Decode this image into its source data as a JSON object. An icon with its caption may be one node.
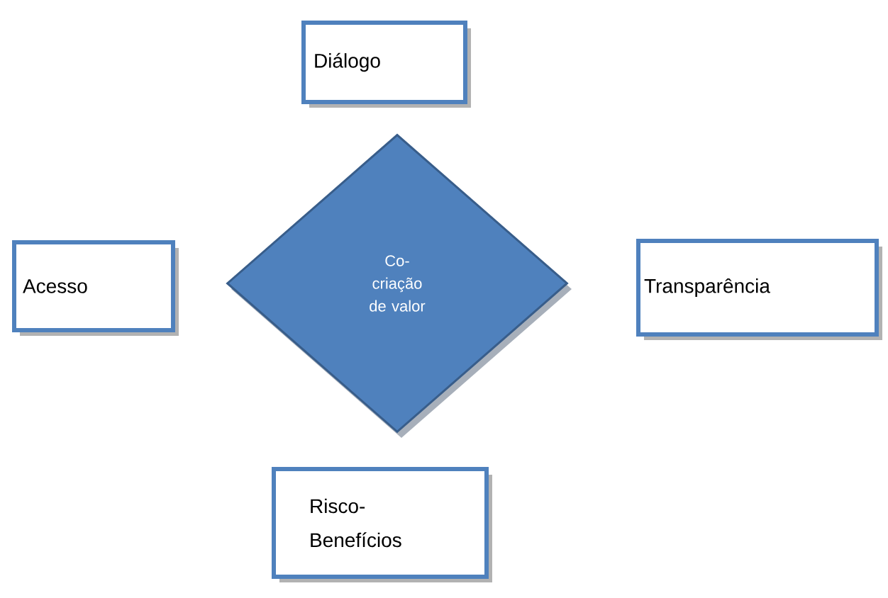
{
  "diagram": {
    "nodes": [
      {
        "text": [
          "Diálogo"
        ]
      },
      {
        "text": [
          "Acesso"
        ]
      },
      {
        "text": [
          "Co-criação de valor"
        ]
      },
      {
        "text": [
          "Transparência"
        ]
      },
      {
        "text": [
          "Risco-Benefícios"
        ]
      }
    ]
  }
}
